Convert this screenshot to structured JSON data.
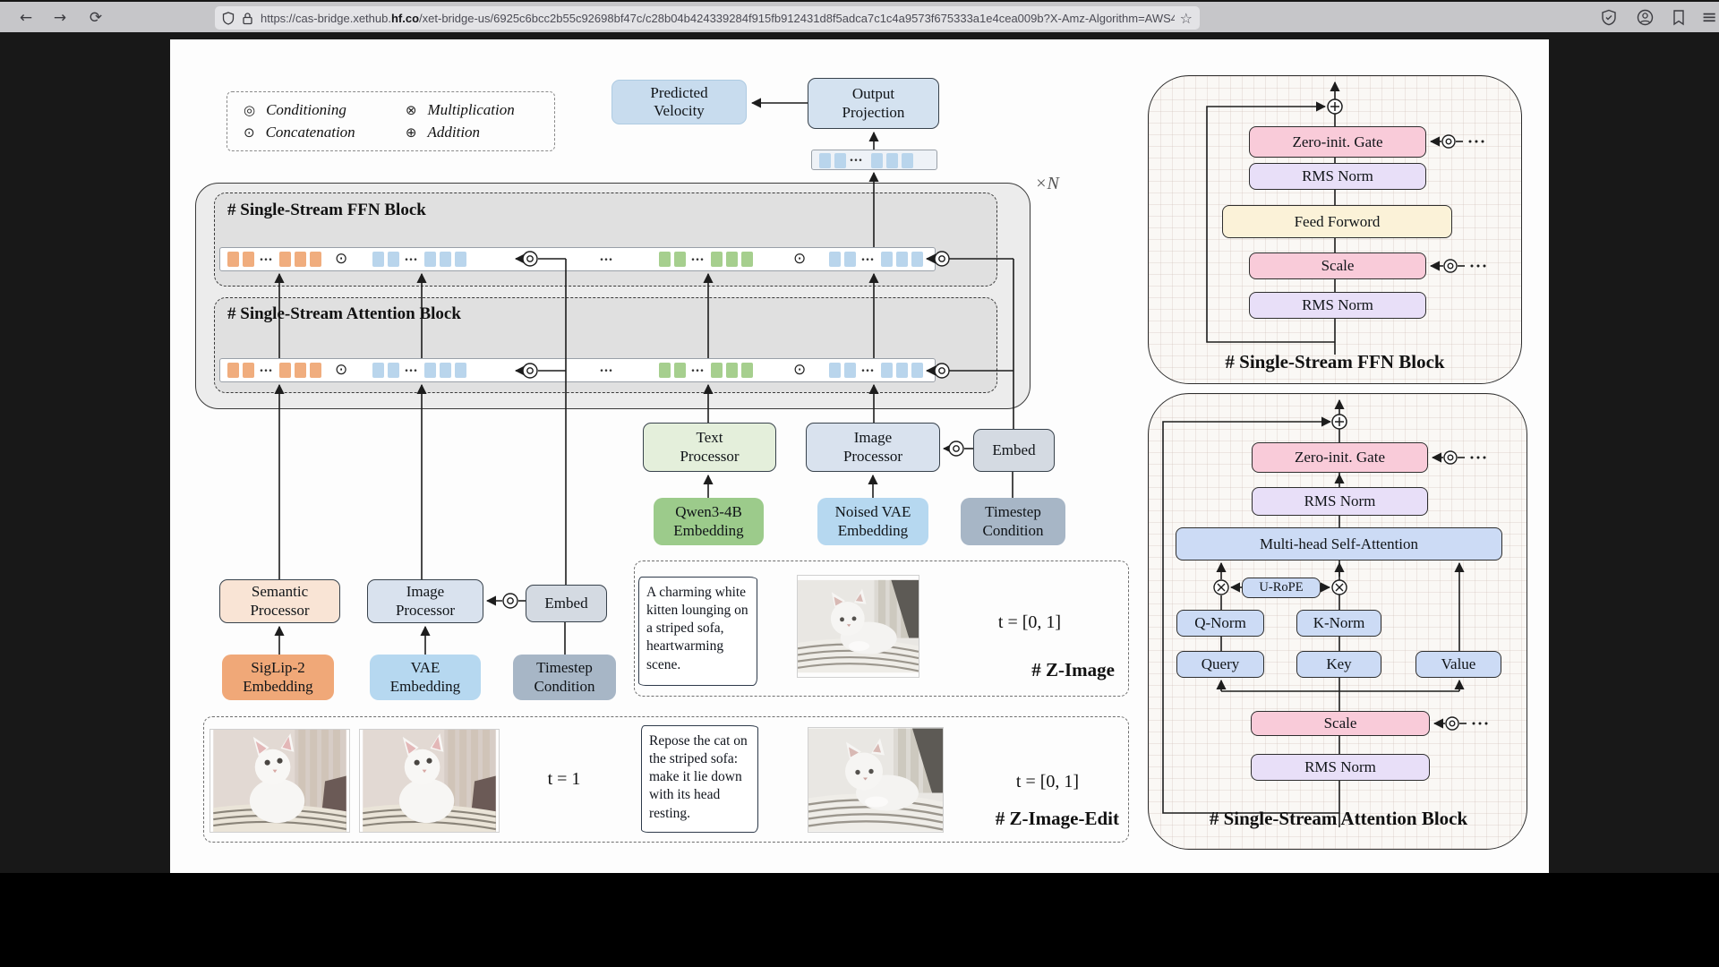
{
  "browser": {
    "url_prefix": "https://cas-bridge.xethub.",
    "url_domain": "hf.co",
    "url_suffix": "/xet-bridge-us/6925c6bcc2b55c92698bf47c/c28b04b424339284f915fb912431d8f5adca7c1c4a9573f675333a1e4cea009b?X-Amz-Algorithm=AWS4-",
    "star_icon": "☆",
    "menu_icon": "≡",
    "back_icon": "←",
    "forward_icon": "→",
    "reload_icon": "⟳"
  },
  "symbols": {
    "conditioning": "◎",
    "concatenation": "⊙",
    "multiplication": "⊗",
    "addition": "⊕",
    "ellipsis": "..."
  },
  "legend": {
    "items": [
      {
        "symbol": "◎",
        "label": "Conditioning"
      },
      {
        "symbol": "⊙",
        "label": "Concatenation"
      },
      {
        "symbol": "⊗",
        "label": "Multiplication"
      },
      {
        "symbol": "⊕",
        "label": "Addition"
      }
    ]
  },
  "top_flow": {
    "predicted_velocity": "Predicted\nVelocity",
    "output_projection": "Output\nProjection"
  },
  "main_blocks": {
    "ffn_title": "# Single-Stream FFN Block",
    "attn_title": "# Single-Stream Attention Block",
    "repeat_label": "×N"
  },
  "text_branch": {
    "processor": "Text\nProcessor",
    "embedding": "Qwen3-4B\nEmbedding"
  },
  "image_branch": {
    "processor": "Image\nProcessor",
    "embedding": "Noised VAE\nEmbedding"
  },
  "timestep_branch": {
    "embed": "Embed",
    "condition": "Timestep\nCondition"
  },
  "semantic_branch": {
    "processor": "Semantic\nProcessor",
    "embedding": "SigLip-2\nEmbedding"
  },
  "vae_branch": {
    "processor": "Image\nProcessor",
    "embedding": "VAE\nEmbedding"
  },
  "timestep_branch_left": {
    "embed": "Embed",
    "condition": "Timestep\nCondition"
  },
  "z_image": {
    "prompt": "A charming white\nkitten lounging on\na striped sofa,\nheartwarming\nscene.",
    "timestep": "t = [0, 1]",
    "tag": "# Z-Image"
  },
  "z_image_edit": {
    "timestep_input": "t = 1",
    "prompt": "Repose the cat on\nthe striped sofa:\nmake it lie down\nwith its head\nresting.",
    "timestep": "t = [0, 1]",
    "tag": "# Z-Image-Edit"
  },
  "ffn_detail": {
    "zero_gate": "Zero-init. Gate",
    "rms_top": "RMS Norm",
    "feed_forward": "Feed Forword",
    "scale": "Scale",
    "rms_bottom": "RMS Norm",
    "title": "# Single-Stream FFN Block"
  },
  "attn_detail": {
    "zero_gate": "Zero-init. Gate",
    "rms_top": "RMS Norm",
    "mhsa": "Multi-head Self-Attention",
    "urope": "U-RoPE",
    "q_norm": "Q-Norm",
    "k_norm": "K-Norm",
    "query": "Query",
    "key": "Key",
    "value": "Value",
    "scale": "Scale",
    "rms_bottom": "RMS Norm",
    "title": "# Single-Stream Attention Block"
  },
  "colors": {
    "token_orange": "#f0ad7e",
    "token_blue": "#b9d5ec",
    "token_green": "#a6cf8e",
    "box_blue": "#d4e2f0",
    "box_green": "#9ccb8b",
    "box_pink": "#f9cbd9",
    "box_lavender": "#e8dff8",
    "box_cream": "#fbf2d8",
    "box_attention_blue": "#ccdbf5",
    "timestep_gray": "#a7b6c6"
  }
}
